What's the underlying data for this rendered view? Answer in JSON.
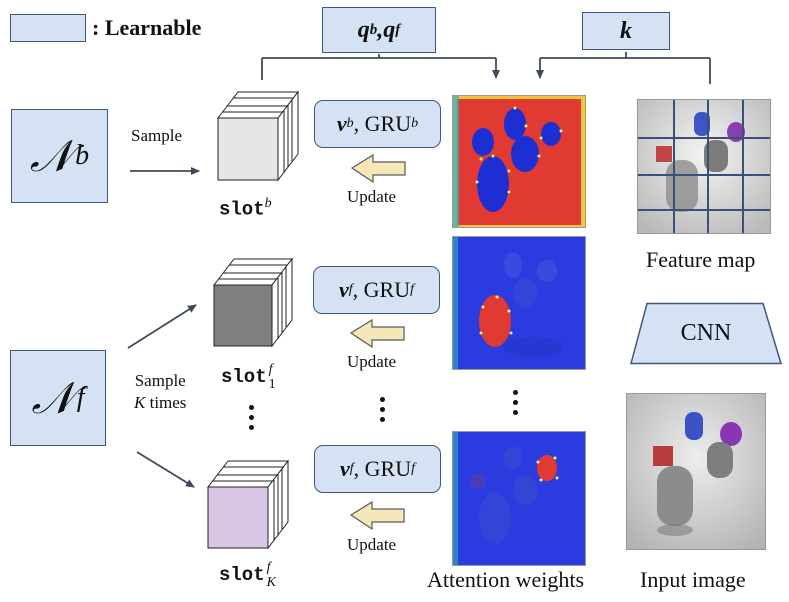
{
  "legend": {
    "label": ": Learnable"
  },
  "query_box": {
    "q": "q",
    "b": "b",
    "sep": ", ",
    "q2": "q",
    "f": "f"
  },
  "key_box": {
    "label": "k"
  },
  "dist_b": {
    "sym": "𝒩",
    "sup": "b"
  },
  "dist_f": {
    "sym": "𝒩",
    "sup": "f"
  },
  "sample_b": "Sample",
  "sample_f": {
    "line1": "Sample",
    "k": "K",
    "rest": " times"
  },
  "slot_b": {
    "name": "slot",
    "sup": "b"
  },
  "slot_f1": {
    "name": "slot",
    "sup": "f",
    "sub": "1"
  },
  "slot_fK": {
    "name": "slot",
    "sup": "f",
    "sub": "K"
  },
  "upd_b": {
    "v": "v",
    "vs": "b",
    "gru": ", GRU",
    "gs": "b"
  },
  "upd_f1": {
    "v": "v",
    "vs": "f",
    "gru": ", GRU",
    "gs": "f"
  },
  "upd_fK": {
    "v": "v",
    "vs": "f",
    "gru": ", GRU",
    "gs": "f"
  },
  "update_labels": [
    "Update",
    "Update",
    "Update"
  ],
  "feature_map": "Feature map",
  "cnn": "CNN",
  "attention_weights": "Attention weights",
  "input_image": "Input image",
  "colors": {
    "learnable_fill": "#d5e2f4",
    "learnable_border": "#3f577e",
    "arrow": "#3f4a5a",
    "update_arrow": "#f6e7b9",
    "slot_b_face": "#e6e6e6",
    "slot_f1_face": "#808080",
    "slot_fK_face": "#d8c6e4",
    "attn_bg": "#e03a32",
    "attn_blue": "#1d2fd2"
  }
}
